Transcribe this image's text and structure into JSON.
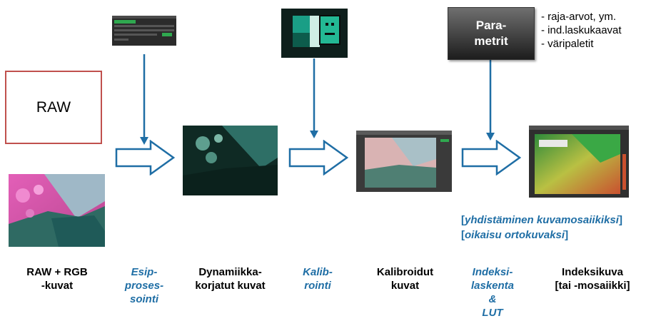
{
  "raw_box": {
    "label": "RAW"
  },
  "parameters": {
    "box_line1": "Para-",
    "box_line2": "metrit",
    "notes": [
      "- raja-arvot, ym.",
      "- ind.laskukaavat",
      "- väripaletit"
    ]
  },
  "bracket_notes": [
    "yhdistäminen kuvamosaiikiksi",
    "oikaisu ortokuvaksi"
  ],
  "captions": {
    "raw_rgb": "RAW + RGB\n-kuvat",
    "dynamic": "Dynamiikka-\nkorjatut kuvat",
    "calibrated": "Kalibroidut\nkuvat",
    "index": "Indeksikuva\n[tai -mosaiikki]"
  },
  "steps": {
    "preprocess": "Esip-\nproses-\nsointi",
    "calibration": "Kalib-\nrointi",
    "index_calc": "Indeksi-\nlaskenta\n&\nLUT"
  },
  "colors": {
    "raw_border": "#c0504d",
    "arrow_blue": "#1f6ea5",
    "step_text": "#1f6ea5"
  }
}
